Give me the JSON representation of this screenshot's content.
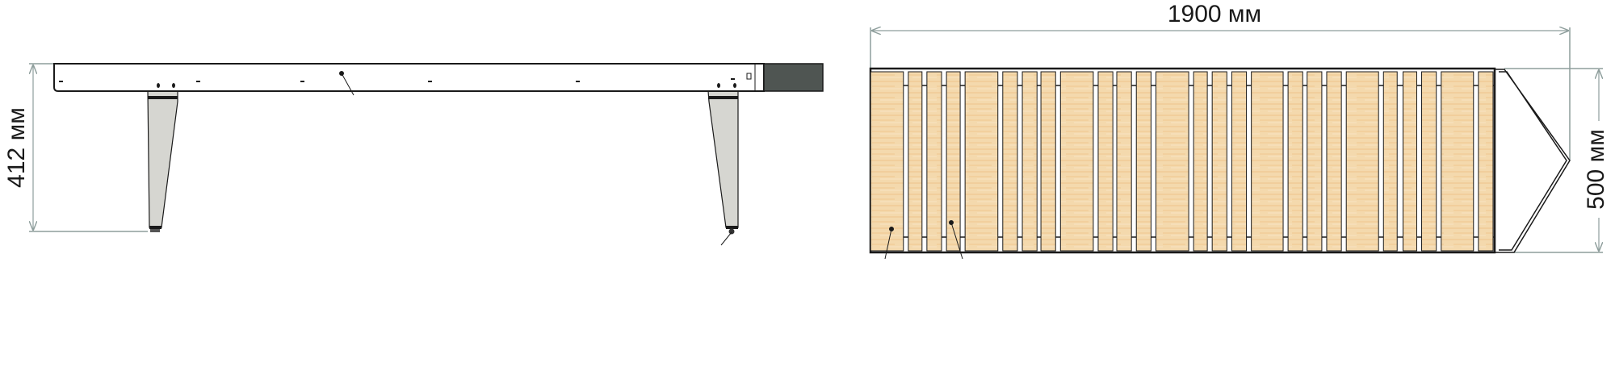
{
  "dimensions": {
    "height_label": "412 мм",
    "length_label": "1900 мм",
    "width_label": "500 мм"
  },
  "colors": {
    "wood": "#f4d9ad",
    "wood_grain": "#eec48a",
    "leg": "#d6d6d1",
    "end_cap": "#4f5552",
    "dimension_line": "#8e9e9c",
    "outline": "#1a1a1a"
  }
}
